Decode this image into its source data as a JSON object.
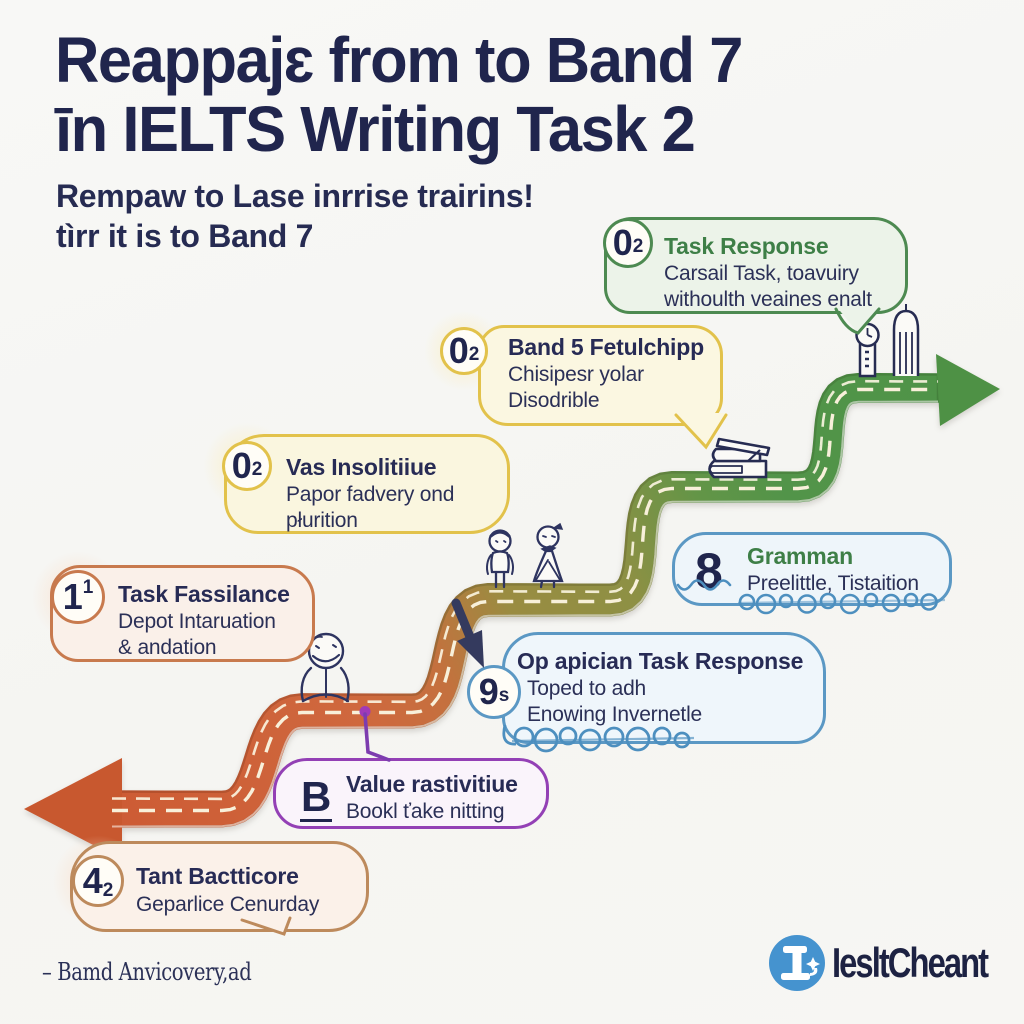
{
  "title": {
    "line1": "Reappajɛ from to Band 7",
    "line2": "īn IELTS Writing Task 2"
  },
  "subtitle": {
    "line1": "Rempaw to Lase inrrise trairins!",
    "line2": "tìrr it is to Band 7"
  },
  "callouts": [
    {
      "id": "task-response",
      "badge_main": "0",
      "badge_small": "2",
      "title": "Task Response",
      "line1": "Carsail Task, toavuiry",
      "line2": "withoulth veaines enalt",
      "colors": {
        "border": "#4d8a51",
        "fill": "#ecf3e9",
        "title": "#3e7f47"
      }
    },
    {
      "id": "band-5-fetulchipp",
      "badge_main": "0",
      "badge_small": "2",
      "title": "Band 5 Fetulchipp",
      "line1": "Chisipesr yolar",
      "line2": "Disodrible",
      "colors": {
        "border": "#e2c24b",
        "fill": "#fbf7e1",
        "title": "#272b55"
      }
    },
    {
      "id": "vas-insolitiiue",
      "badge_main": "0",
      "badge_small": "2",
      "title": "Vas Insolitiiue",
      "line1": "Papor fadvery ond",
      "line2": "płurition",
      "colors": {
        "border": "#e2c24b",
        "fill": "#faf6df",
        "title": "#272b55"
      }
    },
    {
      "id": "task-fassilance",
      "badge_main": "1",
      "badge_small": "1",
      "title": "Task Fassilance",
      "line1": "Depot Intaruation",
      "line2": "& andation",
      "colors": {
        "border": "#c87a4e",
        "fill": "#faf0e9",
        "title": "#272b55"
      }
    },
    {
      "id": "gramman",
      "badge_main": "8",
      "badge_small": "",
      "title": "Gramman",
      "line1": "Preelittle, Tistaition",
      "line2": "",
      "colors": {
        "border": "#5b98c4",
        "fill": "#eef5fa",
        "title": "#3e7f47"
      }
    },
    {
      "id": "op-apician-task-response",
      "badge_main": "9",
      "badge_small": "s",
      "title": "Op apician Task Response",
      "line1": "Toped to adh",
      "line2": "Enowing Invernetle",
      "colors": {
        "border": "#5b98c4",
        "fill": "#eff6fb",
        "title": "#272b55"
      }
    },
    {
      "id": "value-rastivitiue",
      "badge_main": "B",
      "badge_small": "",
      "title": "Value rastivitiue",
      "line1": "Bookl ťake nitting",
      "line2": "",
      "colors": {
        "border": "#9340b5",
        "fill": "#faf4fb",
        "title": "#272b55"
      }
    },
    {
      "id": "tant-bactticore",
      "badge_main": "4",
      "badge_small": "2",
      "title": "Tant Bactticore",
      "line1": "Geparlice Cenurday",
      "line2": "",
      "colors": {
        "border": "#bd8a5c",
        "fill": "#fbf1e9",
        "title": "#272b55"
      }
    }
  ],
  "footer": {
    "credit": "– Bamd Anvicovery,ad",
    "brand": "IesltCheant"
  },
  "road": {
    "orange": "#ce5c35",
    "olive": "#9a8c41",
    "green": "#4e9347",
    "dash": "#f8f0da"
  },
  "palette": {
    "navy": "#20254d",
    "logo_blue": "#4593cf",
    "background": "#f6f6f3"
  }
}
